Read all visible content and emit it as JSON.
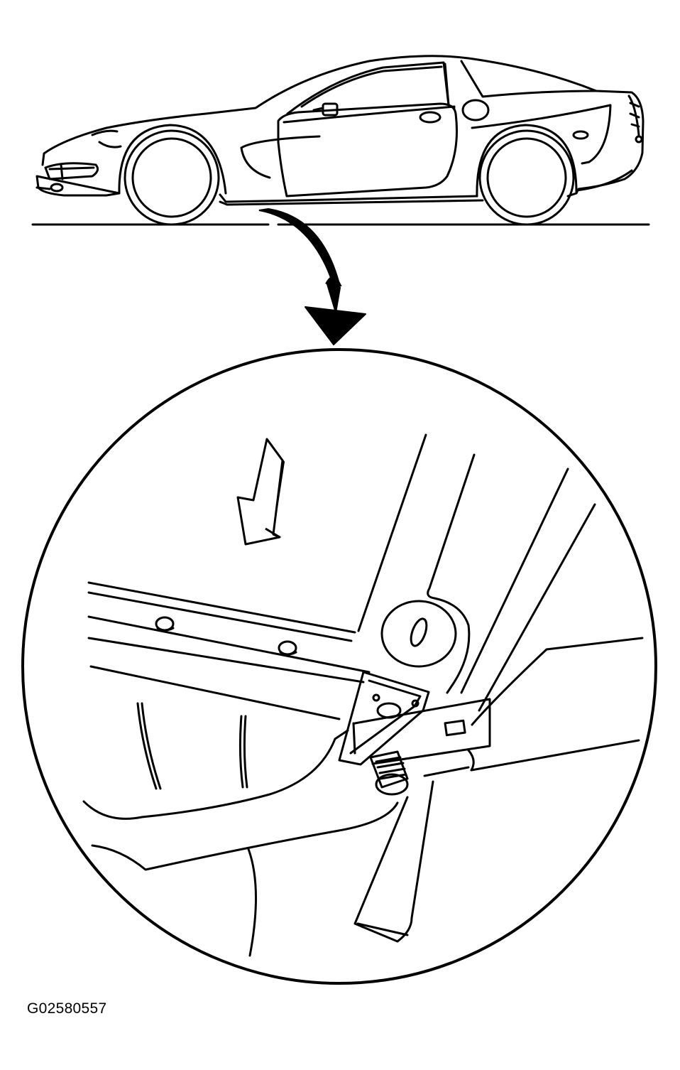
{
  "figure": {
    "id_label": "G02580557"
  },
  "illustration": {
    "vehicle_view": "side-profile-coupe",
    "detail_view": "underbody-jack-pad-detail",
    "callout_arrow": "curved-down-arrow-icon",
    "direction_arrow": "direction-arrow-icon",
    "line_color": "#000000",
    "background_color": "#ffffff"
  }
}
